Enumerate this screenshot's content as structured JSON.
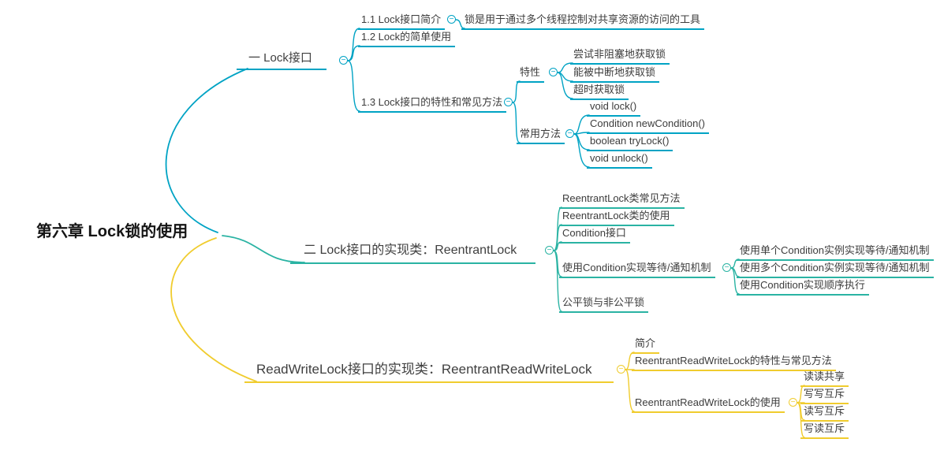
{
  "colors": {
    "b1": "#00a3c4",
    "b2": "#2ab3a3",
    "b3": "#f0cc2e"
  },
  "icons": {
    "collapse": "−"
  },
  "root": {
    "label": "第六章 Lock锁的使用"
  },
  "lock_interface": {
    "label": "一 Lock接口",
    "intro": "1.1 Lock接口简介",
    "intro_note": "锁是用于通过多个线程控制对共享资源的访问的工具",
    "simple_use": "1.2 Lock的简单使用",
    "features_methods": "1.3 Lock接口的特性和常见方法",
    "features": {
      "label": "特性",
      "items": [
        "尝试非阻塞地获取锁",
        "能被中断地获取锁",
        "超时获取锁"
      ]
    },
    "methods": {
      "label": "常用方法",
      "items": [
        "void lock()",
        "Condition newCondition()",
        "boolean tryLock()",
        "void unlock()"
      ]
    }
  },
  "reentrant_lock": {
    "label": "二 Lock接口的实现类：ReentrantLock",
    "items": [
      "ReentrantLock类常见方法",
      "ReentrantLock类的使用",
      "Condition接口",
      "使用Condition实现等待/通知机制",
      "公平锁与非公平锁"
    ],
    "condition_items": [
      "使用单个Condition实例实现等待/通知机制",
      "使用多个Condition实例实现等待/通知机制",
      "使用Condition实现顺序执行"
    ]
  },
  "read_write_lock": {
    "label": "ReadWriteLock接口的实现类：ReentrantReadWriteLock",
    "items": [
      "简介",
      "ReentrantReadWriteLock的特性与常见方法",
      "ReentrantReadWriteLock的使用"
    ],
    "usage_items": [
      "读读共享",
      "写写互斥",
      "读写互斥",
      "写读互斥"
    ]
  }
}
